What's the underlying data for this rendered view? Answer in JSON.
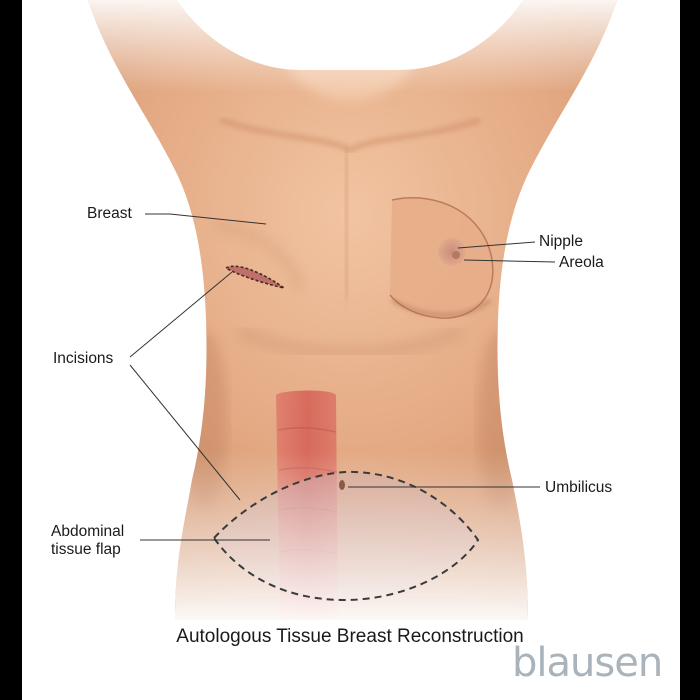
{
  "labels": {
    "breast": "Breast",
    "nipple": "Nipple",
    "areola": "Areola",
    "incisions": "Incisions",
    "umbilicus": "Umbilicus",
    "flap_line1": "Abdominal",
    "flap_line2": "tissue flap"
  },
  "caption": "Autologous Tissue Breast Reconstruction",
  "brand": "blausen",
  "colors": {
    "skin": "#e2a884",
    "skin_shadow": "#c98a64",
    "muscle": "#d96a5e",
    "flap_tint": "#c4a0a3",
    "brand_gray": "#a9b3bb"
  }
}
